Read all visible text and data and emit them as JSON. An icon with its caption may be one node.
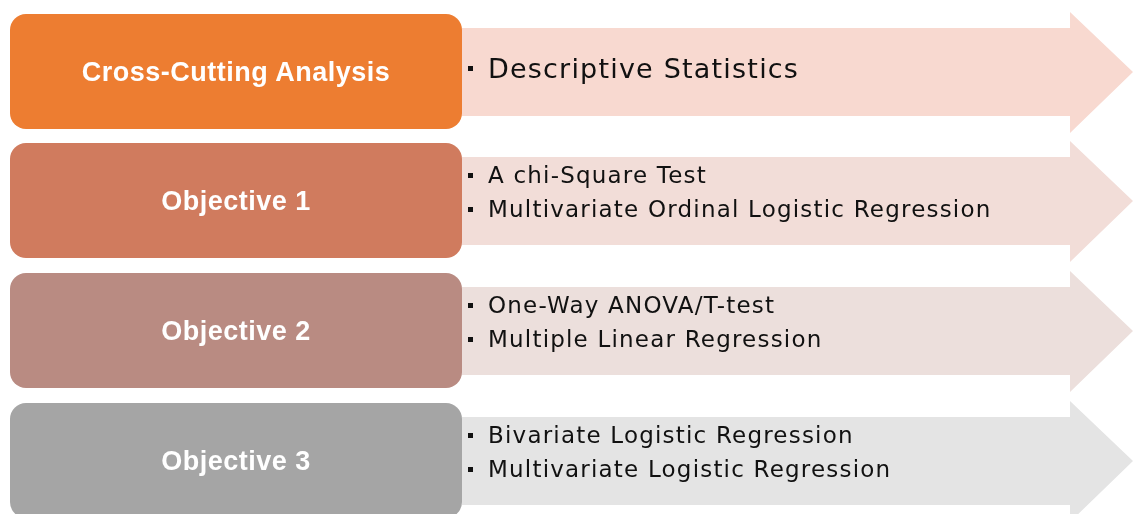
{
  "diagram": {
    "nodes": [
      {
        "text": [
          "Cross-Cutting Analysis"
        ]
      },
      {
        "text": [
          "Descriptive Statistics"
        ]
      },
      {
        "text": [
          "Objective 1"
        ]
      },
      {
        "text": [
          "A chi-Square Test",
          "Multivariate Ordinal Logistic Regression"
        ]
      },
      {
        "text": [
          "Objective 2"
        ]
      },
      {
        "text": [
          "One-Way ANOVA/T-test",
          "Multiple Linear Regression"
        ]
      },
      {
        "text": [
          "Objective 3"
        ]
      },
      {
        "text": [
          "Bivariate Logistic Regression",
          "Multivariate Logistic Regression"
        ]
      }
    ]
  }
}
